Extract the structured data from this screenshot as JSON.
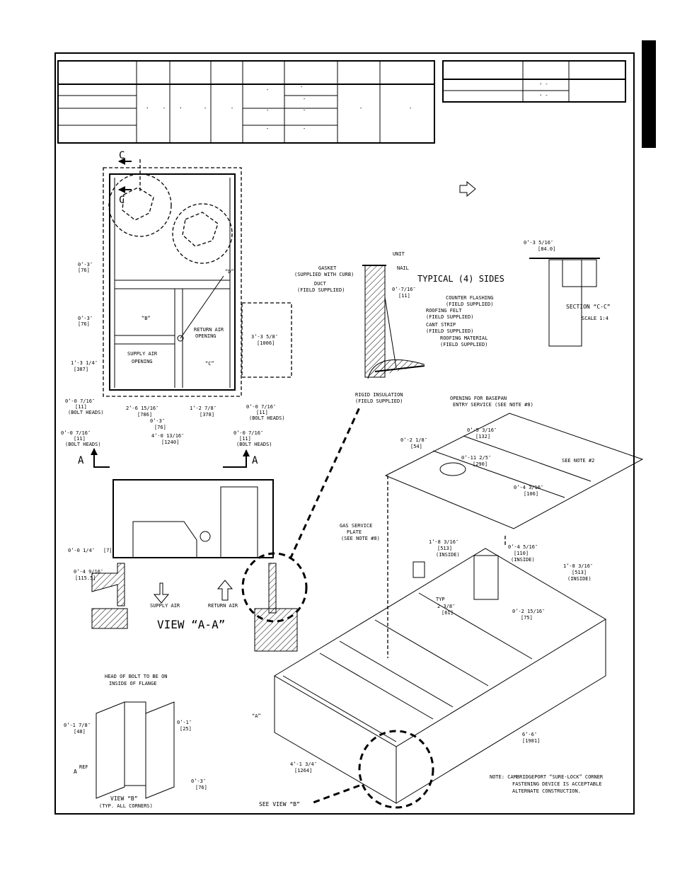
{
  "table_left": {
    "rows": [
      [
        "’",
        "″",
        "’",
        "″",
        "″",
        "″",
        "″",
        "″",
        "″"
      ],
      [
        "″",
        "″"
      ],
      [
        "″",
        "″"
      ],
      [
        "″",
        "″"
      ]
    ]
  },
  "table_right": {
    "rows": [
      [
        "’ ″"
      ],
      [
        "’ ″"
      ]
    ]
  },
  "plan": {
    "section_c": "C",
    "dims": {
      "d1": "0’-3″",
      "d1m": "[76]",
      "d2": "0’-3″",
      "d2m": "[76]",
      "d3": "1’-3 1/4″",
      "d3m": "[387]",
      "d4": "0’-0 7/16″",
      "d4m": "[11]",
      "d4n": "(BOLT HEADS)",
      "d5": "2’-6 15/16″",
      "d5m": "[786]",
      "d6": "1’-2 7/8″",
      "d6m": "[378]",
      "d7": "0’-0 7/16″",
      "d7m": "[11]",
      "d7n": "(BOLT HEADS)",
      "d8": "0’-3″",
      "d8m": "[76]",
      "d9": "4’-0 13/16″",
      "d9m": "[1240]",
      "d10": "0’-0 7/16″",
      "d10m": "[11]",
      "d10n": "(BOLT HEADS)",
      "d11": "0’-0 7/16″",
      "d11m": "[11]",
      "d11n": "(BOLT HEADS)",
      "d12": "3’-3 5/8″",
      "d12m": "[1006]"
    },
    "labels": {
      "b": "“B”",
      "c": "“C”",
      "d": "“D”",
      "supply": "SUPPLY AIR",
      "supply2": "OPENING",
      "return": "RETURN AIR",
      "return2": "OPENING"
    },
    "section_a": "A"
  },
  "detail": {
    "unit": "UNIT",
    "gasket": "GASKET",
    "gasket2": "(SUPPLIED WITH CURB)",
    "nail": "NAIL",
    "duct": "DUCT",
    "duct2": "(FIELD SUPPLIED)",
    "typical": "TYPICAL (4) SIDES",
    "dim": "0’-7/16″",
    "dimm": "[11]",
    "counter": "COUNTER FLASHING",
    "counter2": "(FIELD SUPPLIED)",
    "felt": "ROOFING FELT",
    "felt2": "(FIELD SUPPLIED)",
    "cant": "CANT STRIP",
    "cant2": "(FIELD SUPPLIED)",
    "roof": "ROOFING MATERIAL",
    "roof2": "(FIELD SUPPLIED)",
    "rigid": "RIGID INSULATION",
    "rigid2": "(FIELD SUPPLIED)"
  },
  "section_cc": {
    "dim": "0’-3 5/16″",
    "dimm": "[84.0]",
    "title": "SECTION “C-C”",
    "scale": "SCALE 1:4"
  },
  "view_aa": {
    "title": "VIEW “A-A”",
    "supply": "SUPPLY AIR",
    "return": "RETURN AIR",
    "d1": "0’-0 1/4″",
    "d1m": "[7]",
    "d2": "0’-4 9/16″",
    "d2m": "[115.5]"
  },
  "iso": {
    "basepan": "OPENING FOR BASEPAN",
    "basepan2": "ENTRY SERVICE (SEE NOTE #8)",
    "d1": "0’-2 1/8″",
    "d1m": "[54]",
    "d2": "0’-5 3/16″",
    "d2m": "[132]",
    "d3": "0’-11 2/5″",
    "d3m": "[290]",
    "note2": "SEE NOTE #2",
    "d4": "0’-4 3/16″",
    "d4m": "[106]",
    "gas": "GAS SERVICE",
    "gas2": "PLATE",
    "gas3": "(SEE NOTE #8)",
    "d5": "1’-8 3/16″",
    "d5m": "[513]",
    "d5n": "(INSIDE)",
    "d6": "0’-4 5/16″",
    "d6m": "[110]",
    "d6n": "(INSIDE)",
    "d7": "1’-8 3/16″",
    "d7m": "[513]",
    "d7n": "(INSIDE)",
    "typ": "TYP",
    "d8": "2 3/8″",
    "d8m": "[61]",
    "d9": "0’-2 15/16″",
    "d9m": "[75]",
    "a": "“A”",
    "d10": "6’-6″",
    "d10m": "[1981]",
    "d11": "4’-1 3/4″",
    "d11m": "[1264]",
    "note": "NOTE: CAMBRIDGEPORT “SURE-LOCK” CORNER",
    "note2l": "FASTENING DEVICE IS ACCEPTABLE",
    "note3": "ALTERNATE CONSTRUCTION.",
    "seeb": "SEE VIEW “B”"
  },
  "view_b": {
    "head": "HEAD OF BOLT TO BE ON",
    "head2": "INSIDE OF FLANGE",
    "d1": "0’-1 7/8″",
    "d1m": "[48]",
    "d2": "0’-1″",
    "d2m": "[25]",
    "a": "A",
    "ref": "REF",
    "d3": "0’-3″",
    "d3m": "[76]",
    "title": "VIEW “B”",
    "title2": "(TYP. ALL CORNERS)"
  }
}
